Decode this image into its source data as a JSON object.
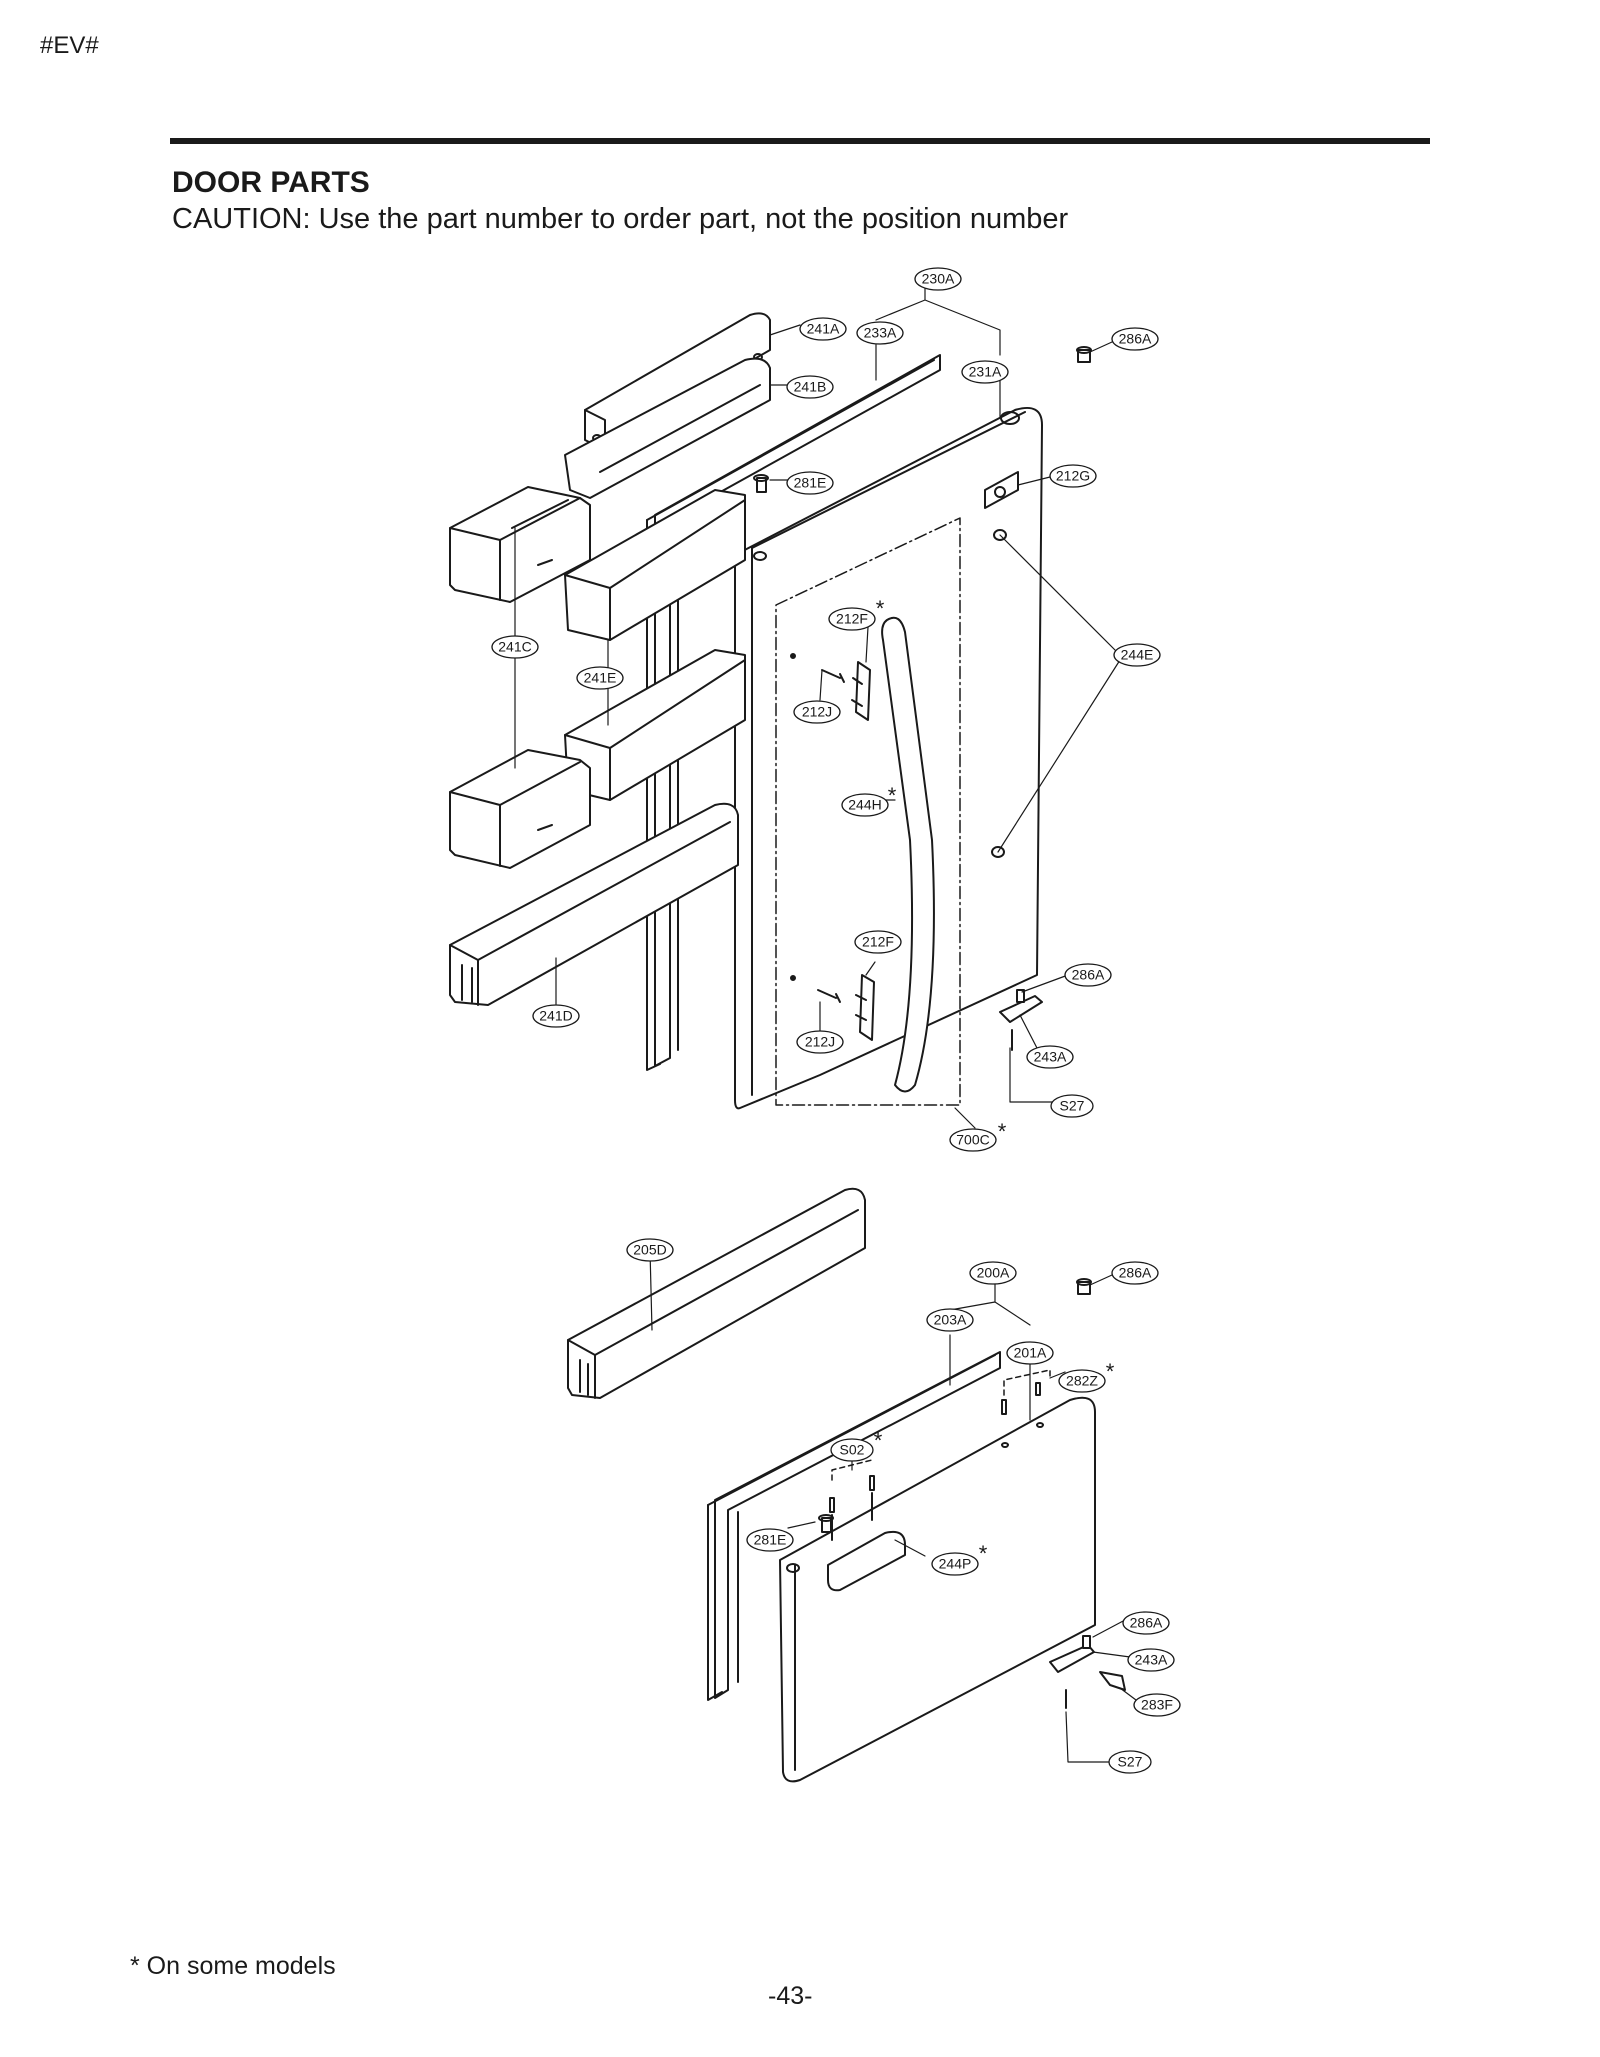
{
  "header": {
    "code": "#EV#"
  },
  "page": {
    "title": "DOOR PARTS",
    "caution": "CAUTION: Use the part number to order part, not the position number",
    "footnote": "* On some models",
    "page_number": "-43-"
  },
  "callouts": {
    "c230A": "230A",
    "c241A": "241A",
    "c233A": "233A",
    "c286A_1": "286A",
    "c241B": "241B",
    "c231A": "231A",
    "c281E_1": "281E",
    "c212G": "212G",
    "c212F_1": "212F",
    "c241C": "241C",
    "c244E": "244E",
    "c241E": "241E",
    "c212J_1": "212J",
    "c244H": "244H",
    "c212F_2": "212F",
    "c286A_2": "286A",
    "c241D": "241D",
    "c212J_2": "212J",
    "c243A_1": "243A",
    "c S27_1": "S27",
    "c700C": "700C",
    "c205D": "205D",
    "c200A": "200A",
    "c286A_3": "286A",
    "c203A": "203A",
    "c201A": "201A",
    "c282Z": "282Z",
    "cS02": "S02",
    "c281E_2": "281E",
    "c244P": "244P",
    "c286A_4": "286A",
    "c243A_2": "243A",
    "c283F": "283F",
    "cS27_2": "S27"
  },
  "marks": {
    "asterisk": "*"
  }
}
